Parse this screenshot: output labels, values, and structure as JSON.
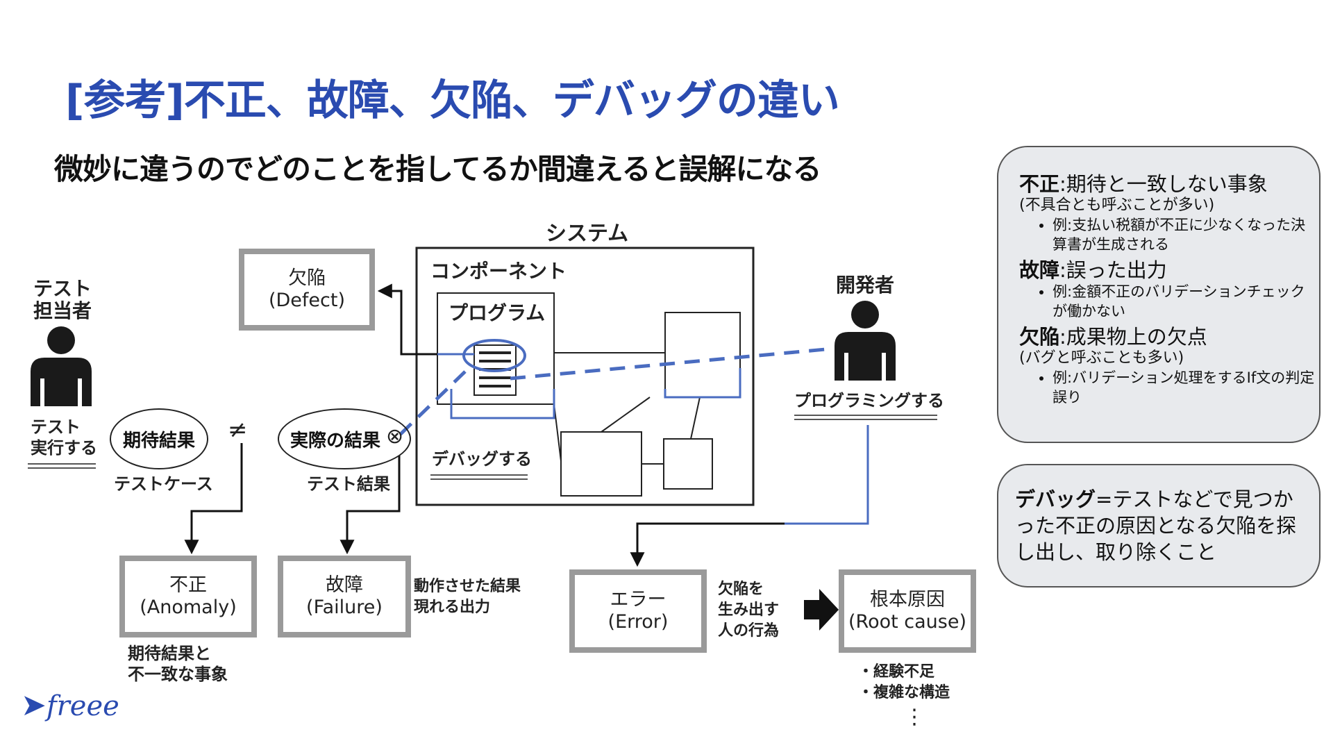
{
  "title": "[参考]不正、故障、欠陥、デバッグの違い",
  "subtitle": "微妙に違うのでどのことを指してるか間違えると誤解になる",
  "diagram": {
    "system_label": "システム",
    "component_label": "コンポーネント",
    "program_label": "プログラム",
    "tester_label": "テスト\n担当者",
    "tester_action": "テスト\n実行する",
    "developer_label": "開発者",
    "developer_action": "プログラミングする",
    "debug_label": "デバッグする",
    "expected_result": "期待結果",
    "not_equal": "≠",
    "actual_result": "実際の結果",
    "cross_mark": "⊗",
    "test_case": "テストケース",
    "test_result": "テスト結果",
    "defect": "欠陥\n(Defect)",
    "anomaly": "不正\n(Anomaly)",
    "failure": "故障\n(Failure)",
    "error": "エラー\n(Error)",
    "root_cause": "根本原因\n(Root cause)",
    "anomaly_note": "期待結果と\n不一致な事象",
    "failure_note": "動作させた結果\n現れる出力",
    "error_note": "欠陥を\n生み出す\n人の行為",
    "root_cause_notes": [
      "・経験不足",
      "・複雑な構造"
    ],
    "ellipsis": "⋮"
  },
  "side_box_1": {
    "items": [
      {
        "term": "不正",
        "def": ":期待と一致しない事象",
        "sub": "(不具合とも呼ぶことが多い)",
        "example": "例:支払い税額が不正に少なくなった決算書が生成される"
      },
      {
        "term": "故障",
        "def": ":誤った出力",
        "sub": "",
        "example": "例:金額不正のバリデーションチェックが働かない"
      },
      {
        "term": "欠陥",
        "def": ":成果物上の欠点",
        "sub": "(バグと呼ぶことも多い)",
        "example": "例:バリデーション処理をするIf文の判定誤り"
      }
    ]
  },
  "side_box_2": {
    "term": "デバッグ",
    "text": "=テストなどで見つかった不正の原因となる欠陥を探し出し、取り除くこと"
  },
  "logo": "freee",
  "colors": {
    "title": "#2a4bb0",
    "dashed_line": "#4a6cc0",
    "box_border": "#9a9a9a",
    "side_bg": "#e8eaed"
  }
}
